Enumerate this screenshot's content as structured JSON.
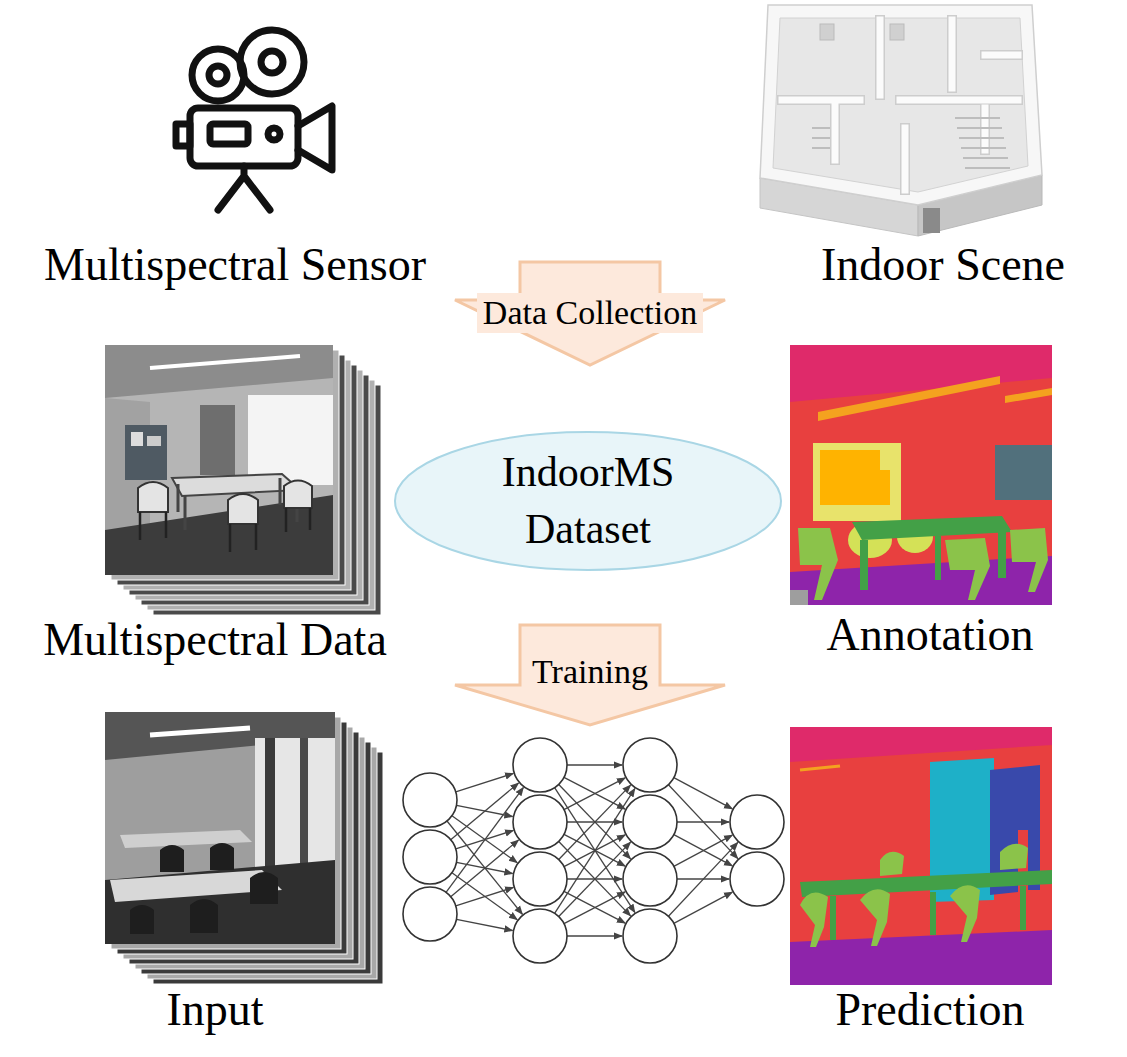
{
  "diagram": {
    "nodes": [
      {
        "text": [
          "Multispectral Sensor"
        ]
      },
      {
        "text": [
          "Indoor Scene"
        ]
      },
      {
        "text": [
          "Data Collection"
        ]
      },
      {
        "text": [
          "Multispectral Data"
        ]
      },
      {
        "text": [
          "IndoorMS Dataset"
        ]
      },
      {
        "text": [
          "Annotation"
        ]
      },
      {
        "text": [
          "Training"
        ]
      },
      {
        "text": [
          "Input"
        ]
      },
      {
        "text": [
          "Prediction"
        ]
      }
    ]
  }
}
